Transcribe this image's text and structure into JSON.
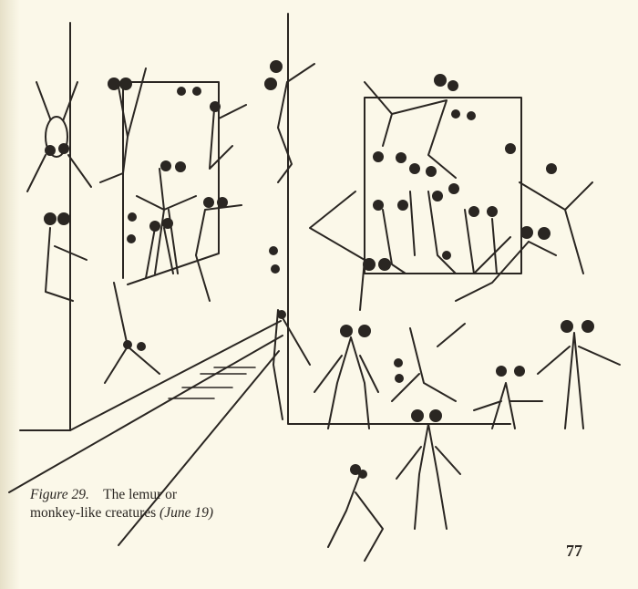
{
  "page": {
    "number": "77",
    "background_color": "#fbf8e9",
    "ink_color": "#2a2622"
  },
  "figure": {
    "label": "Figure 29.",
    "caption_line1": "The lemur or",
    "caption_line2": "monkey-like creatures",
    "date": "(June 19)",
    "subject": "Line drawing of many large-eyed lemur or monkey-like creatures climbing on and standing around doorways/wall panels"
  }
}
